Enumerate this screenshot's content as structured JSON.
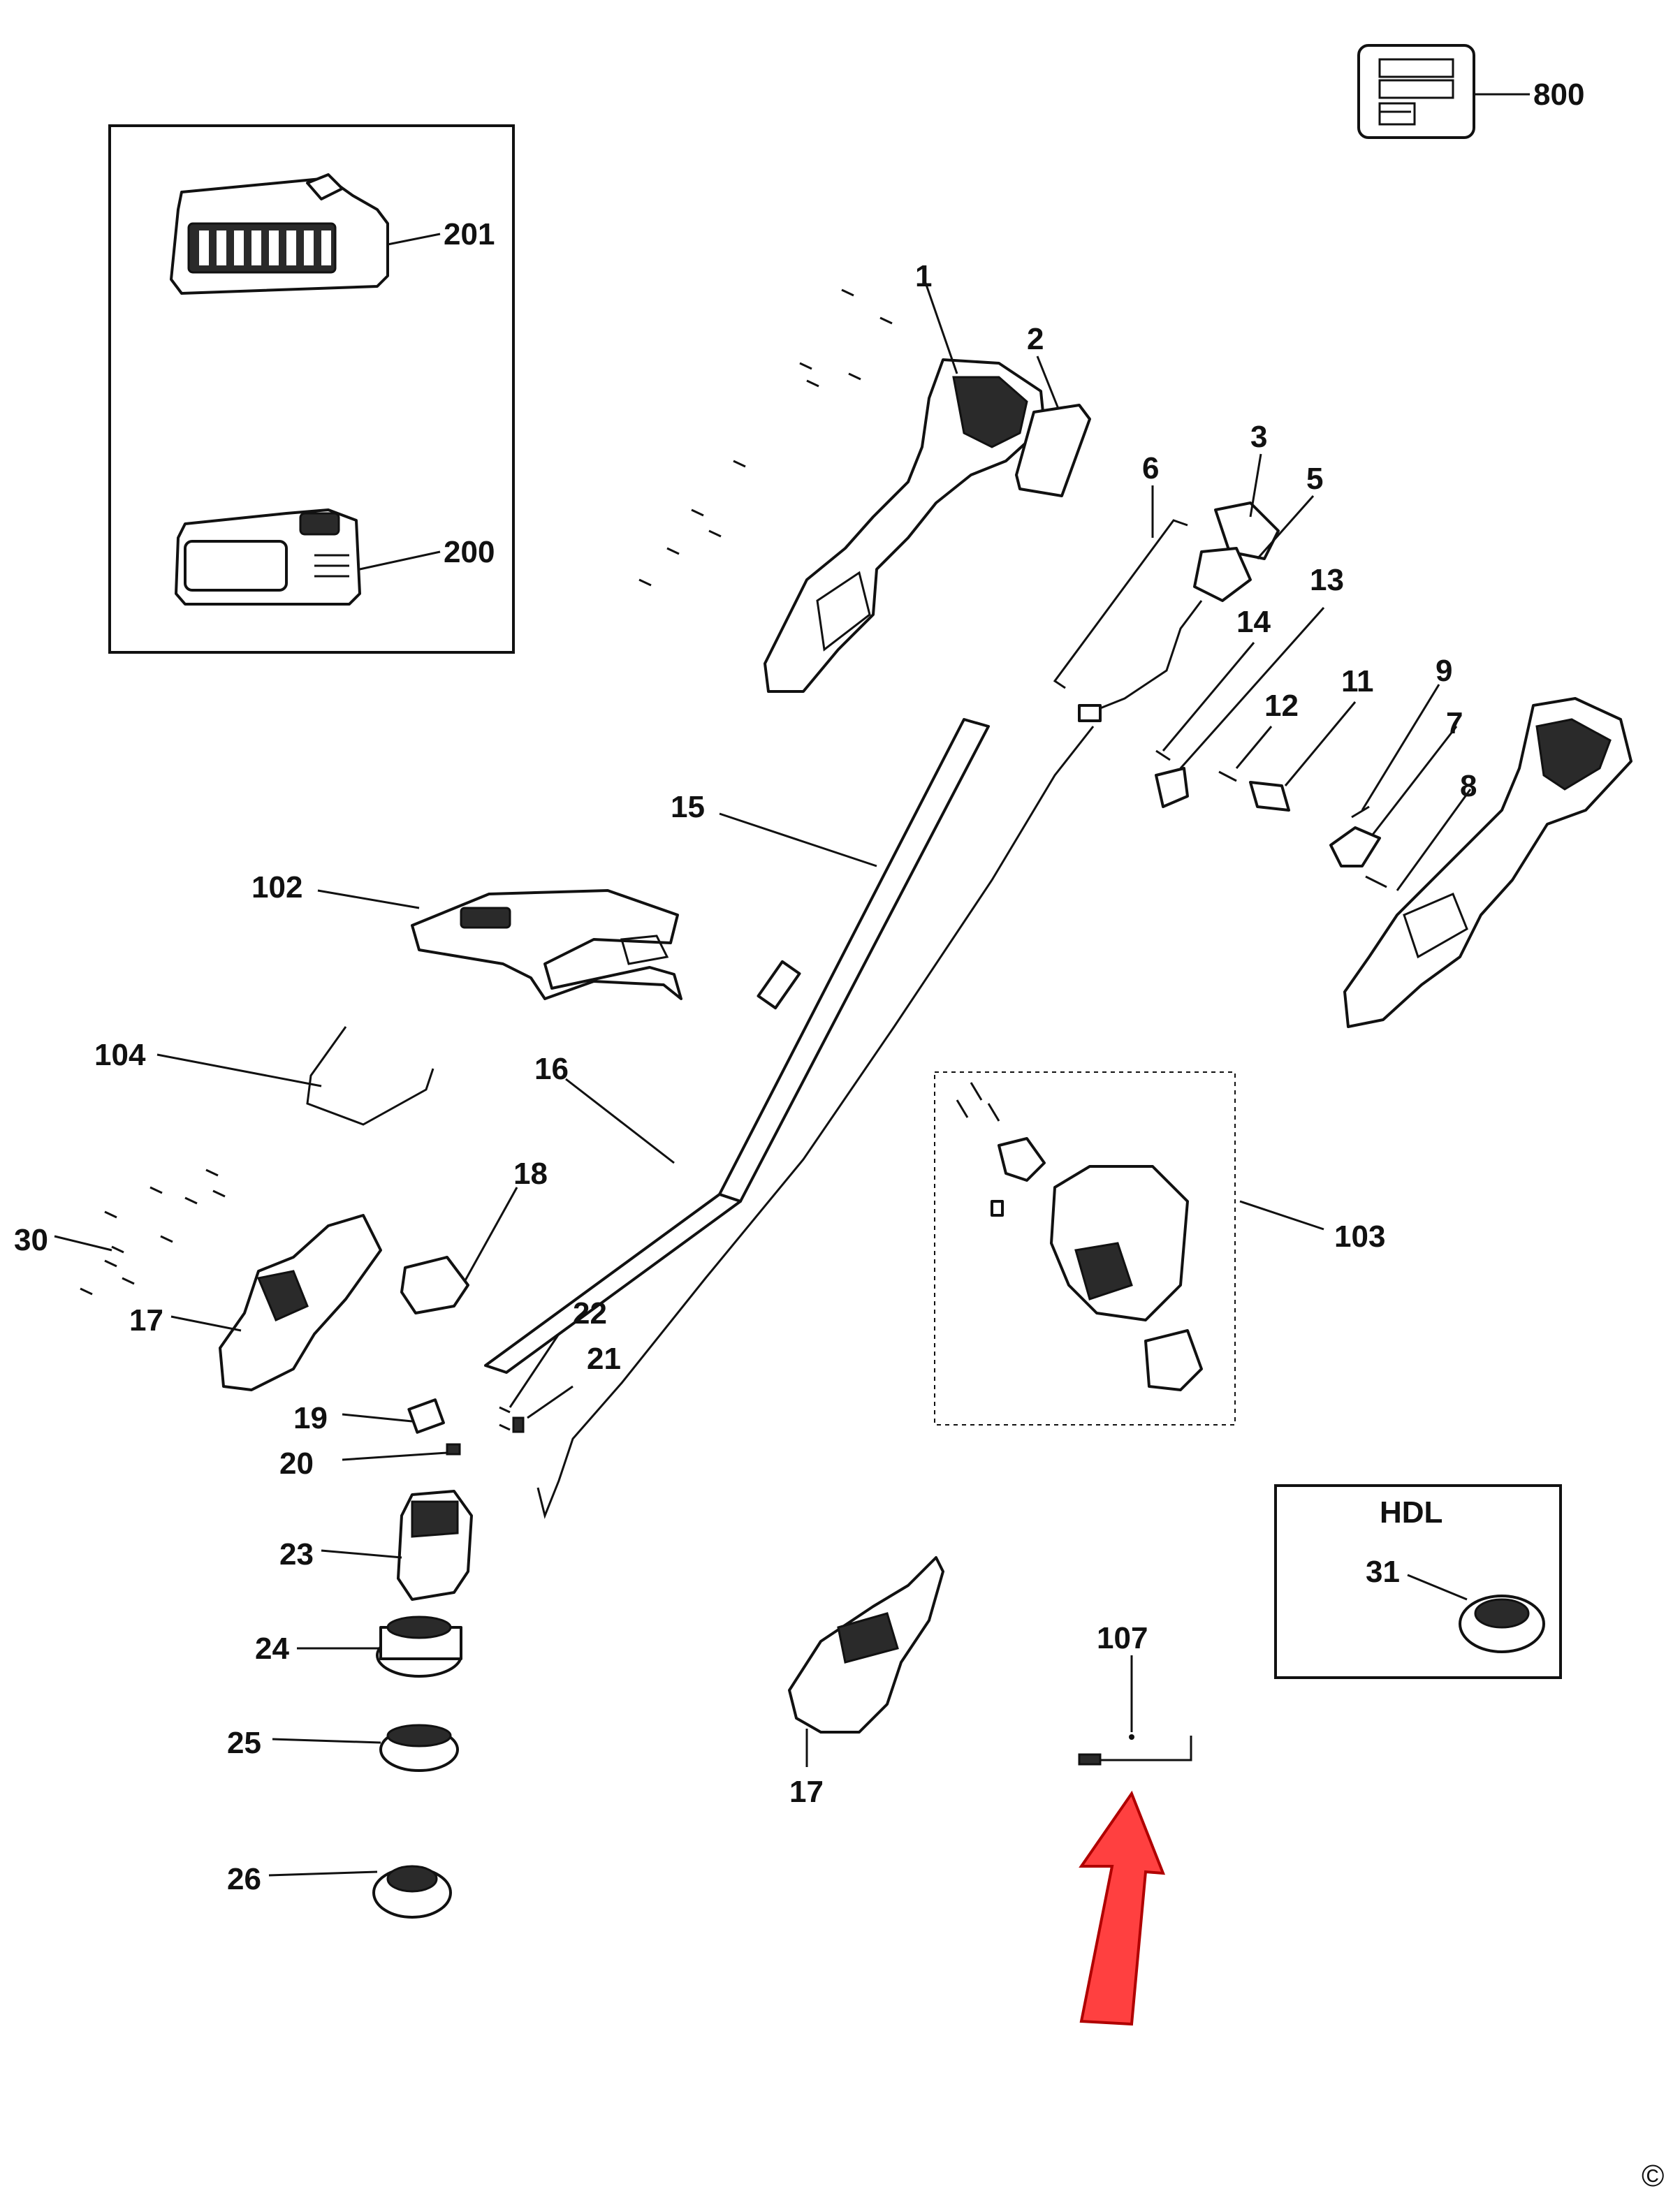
{
  "diagram": {
    "corner_mark": "©",
    "labels": {
      "p1": "1",
      "p2": "2",
      "p3": "3",
      "p5": "5",
      "p6": "6",
      "p7": "7",
      "p8": "8",
      "p9": "9",
      "p11": "11",
      "p12": "12",
      "p13": "13",
      "p14": "14",
      "p15": "15",
      "p16": "16",
      "p17a": "17",
      "p17b": "17",
      "p18": "18",
      "p19": "19",
      "p20": "20",
      "p21": "21",
      "p22": "22",
      "p23": "23",
      "p24": "24",
      "p25": "25",
      "p26": "26",
      "p30": "30",
      "p31": "31",
      "p102": "102",
      "p103": "103",
      "p104": "104",
      "p107": "107",
      "p200": "200",
      "p201": "201",
      "p800": "800"
    },
    "hdl_box_title": "HDL",
    "colors": {
      "line": "#111111",
      "arrow_fill": "#ff4040",
      "arrow_stroke": "#b00000"
    }
  }
}
